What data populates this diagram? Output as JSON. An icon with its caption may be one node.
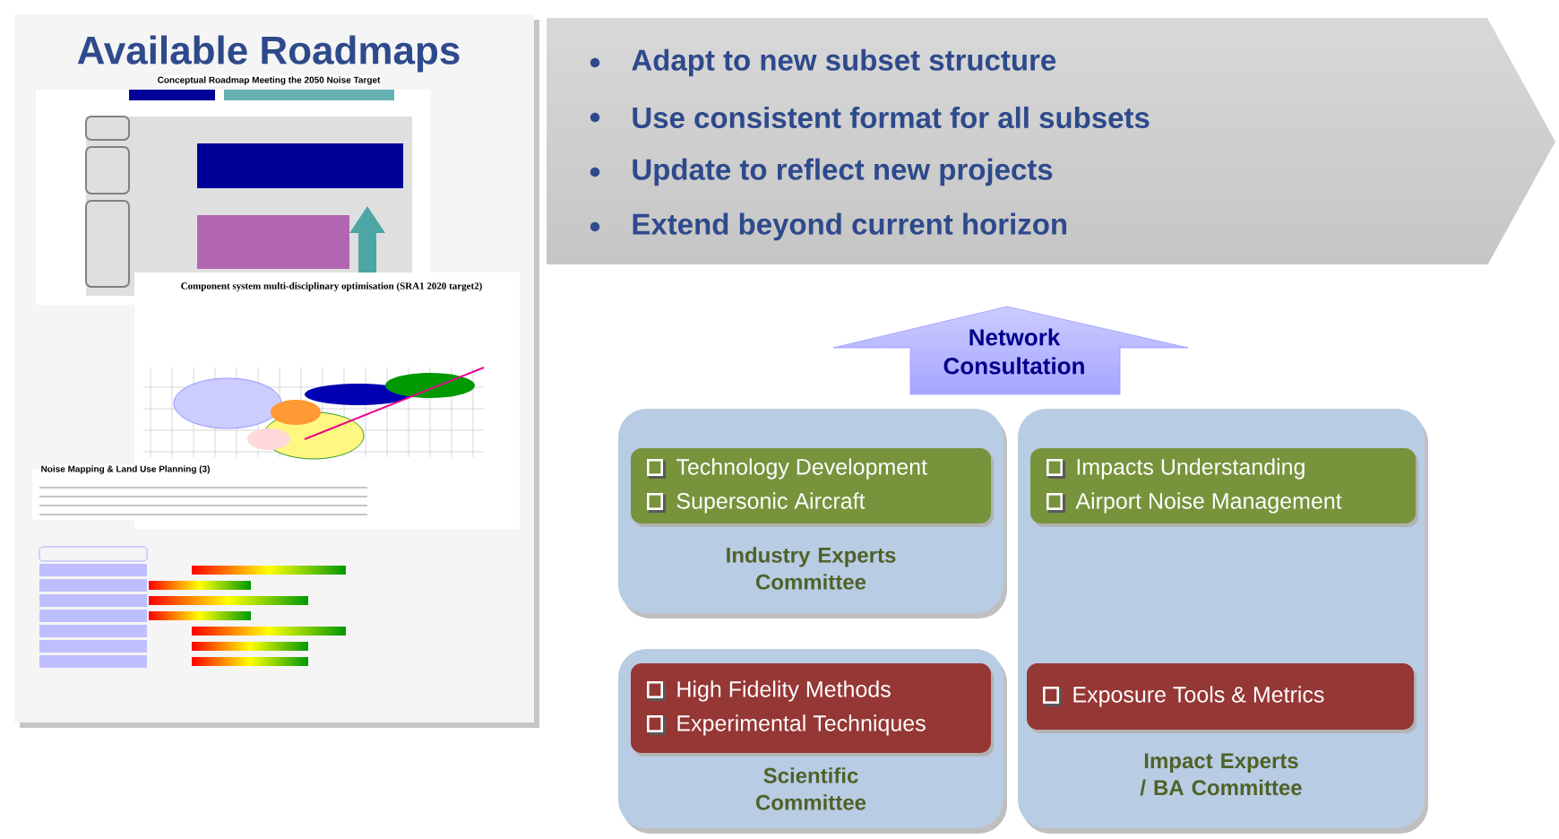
{
  "diagram": {
    "title": "Available Roadmaps",
    "nodes": [
      {
        "text": [
          "Adapt to new subset structure",
          "Use consistent format for all subsets",
          "Update to reflect new projects",
          "Extend beyond current horizon"
        ]
      },
      {
        "text": [
          "Network Consultation"
        ]
      },
      {
        "text": [
          "Industry Experts Committee"
        ]
      },
      {
        "text": [
          "Technology Development",
          "Supersonic Aircraft"
        ],
        "in": 2
      },
      {
        "text": [
          "Impact Experts / BA Committee"
        ]
      },
      {
        "text": [
          "Impacts Understanding",
          "Airport Noise Management"
        ],
        "in": 4
      },
      {
        "text": [
          "Scientific Committee"
        ]
      },
      {
        "text": [
          "High Fidelity Methods",
          "Experimental Techniques"
        ],
        "in": 6
      },
      {
        "text": [
          "Exposure Tools & Metrics"
        ],
        "in": 4
      }
    ],
    "labels": [
      "Conceptual Roadmap Meeting the 2050 Noise Target",
      "Component system multi-disciplinary optimisation (SRA1 2020 target2)",
      "Noise Mapping & Land Use Planning (3)"
    ]
  }
}
